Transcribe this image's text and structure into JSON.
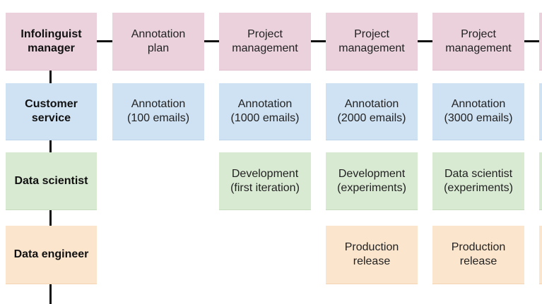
{
  "rows": [
    {
      "role": [
        "Infolinguist",
        "manager"
      ],
      "color": "#ead1dc",
      "cells": [
        [
          "Annotation",
          "plan"
        ],
        [
          "Project",
          "management"
        ],
        [
          "Project",
          "management"
        ],
        [
          "Project",
          "management"
        ]
      ]
    },
    {
      "role": [
        "Customer",
        "service"
      ],
      "color": "#cfe2f3",
      "cells": [
        [
          "Annotation",
          "(100 emails)"
        ],
        [
          "Annotation",
          "(1000 emails)"
        ],
        [
          "Annotation",
          "(2000 emails)"
        ],
        [
          "Annotation",
          "(3000 emails)"
        ]
      ]
    },
    {
      "role": [
        "Data scientist"
      ],
      "color": "#d9ead3",
      "cells": [
        null,
        [
          "Development",
          "(first iteration)"
        ],
        [
          "Development",
          "(experiments)"
        ],
        [
          "Data scientist",
          "(experiments)"
        ]
      ]
    },
    {
      "role": [
        "Data engineer"
      ],
      "color": "#fce5cd",
      "cells": [
        null,
        null,
        [
          "Production",
          "release"
        ],
        [
          "Production",
          "release"
        ]
      ]
    }
  ]
}
